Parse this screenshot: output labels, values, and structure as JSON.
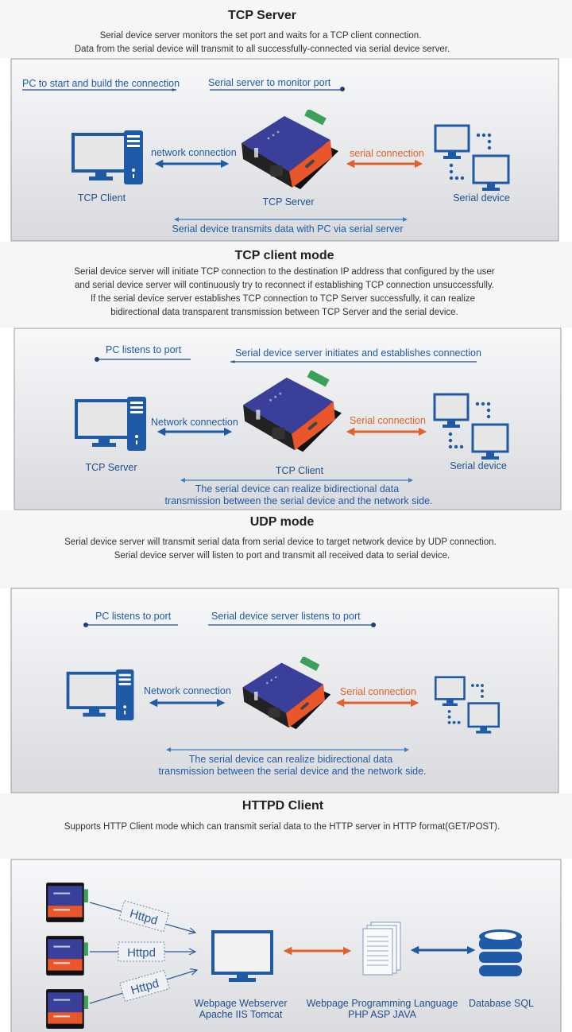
{
  "sections": [
    {
      "title": "TCP Server",
      "desc": [
        "Serial device server monitors the set port and waits for a TCP client connection.",
        "Data from the serial device will transmit to all successfully-connected via serial device server."
      ],
      "label_left": "PC to start and build the connection",
      "label_right": "Serial server to monitor port",
      "pc_caption": "TCP Client",
      "net_label": "network connection",
      "device_caption": "TCP Server",
      "serial_label": "serial connection",
      "serial_caption": "Serial device",
      "bottom": [
        "Serial device transmits data with PC via serial server"
      ]
    },
    {
      "title": "TCP client mode",
      "desc": [
        "Serial device server will initiate TCP connection to the destination IP address that configured by the user",
        "and serial device server will continuously try to reconnect if establishing TCP connection unsuccessfully.",
        "If the serial device server establishes TCP connection to TCP Server successfully, it can realize",
        "bidirectional data transparent transmission between TCP Server and the serial device."
      ],
      "label_left": "PC listens to port",
      "label_right": "Serial device server initiates and establishes connection",
      "pc_caption": "TCP Server",
      "net_label": "Network connection",
      "device_caption": "TCP Client",
      "serial_label": "Serial connection",
      "serial_caption": "Serial device",
      "bottom": [
        "The serial device can realize bidirectional data",
        "transmission between the serial device and the network side."
      ]
    },
    {
      "title": "UDP mode",
      "desc": [
        "Serial device server will transmit serial data from serial device to target network device by UDP connection.",
        "Serial device server will listen to port and transmit all received data to serial device."
      ],
      "label_left": "PC listens to port",
      "label_right": "Serial device server listens to port",
      "net_label": "Network connection",
      "serial_label": "Serial connection",
      "bottom": [
        "The serial device can realize bidirectional data",
        "transmission between the serial device and the network side."
      ]
    },
    {
      "title": "HTTPD Client",
      "desc": [
        "Supports HTTP Client mode which can transmit serial data to the HTTP server in HTTP format(GET/POST)."
      ],
      "httpd_label": "Httpd",
      "webserver_caption": [
        "Webpage Webserver",
        "Apache IIS Tomcat"
      ],
      "language_caption": [
        "Webpage Programming Language",
        "PHP ASP JAVA"
      ],
      "database_caption": "Database SQL"
    }
  ],
  "colors": {
    "blue": "#1f5aa6",
    "orange": "#e0622a",
    "device_blue": "#3a3f9a",
    "device_orange": "#e8562a"
  }
}
